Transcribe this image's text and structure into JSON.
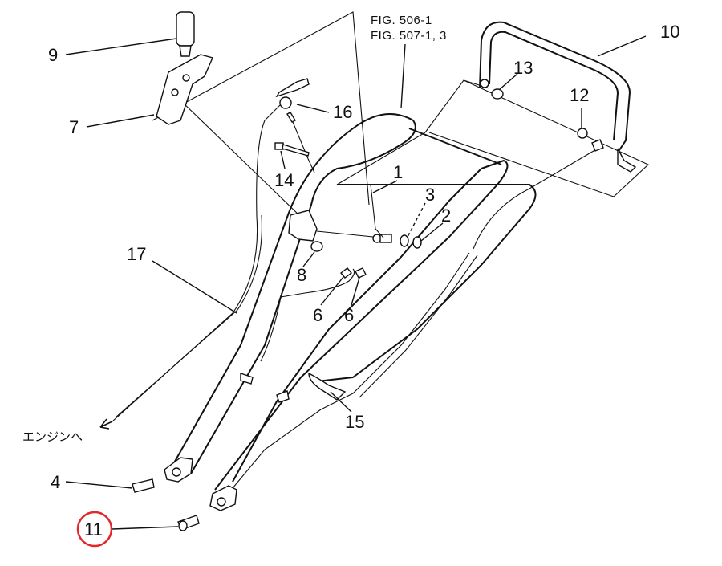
{
  "references": [
    "FIG. 506-1",
    "FIG. 507-1, 3"
  ],
  "engine_label": "エンジンへ",
  "callouts": [
    {
      "id": "1",
      "label": "1"
    },
    {
      "id": "2",
      "label": "2"
    },
    {
      "id": "3",
      "label": "3"
    },
    {
      "id": "4",
      "label": "4"
    },
    {
      "id": "6a",
      "label": "6"
    },
    {
      "id": "6b",
      "label": "6"
    },
    {
      "id": "7",
      "label": "7"
    },
    {
      "id": "8",
      "label": "8"
    },
    {
      "id": "9",
      "label": "9"
    },
    {
      "id": "10",
      "label": "10"
    },
    {
      "id": "11",
      "label": "11"
    },
    {
      "id": "12",
      "label": "12"
    },
    {
      "id": "13",
      "label": "13"
    },
    {
      "id": "14",
      "label": "14"
    },
    {
      "id": "15",
      "label": "15"
    },
    {
      "id": "16",
      "label": "16"
    },
    {
      "id": "17",
      "label": "17"
    }
  ],
  "highlight": {
    "callout": "11",
    "color": "#e0282d"
  }
}
